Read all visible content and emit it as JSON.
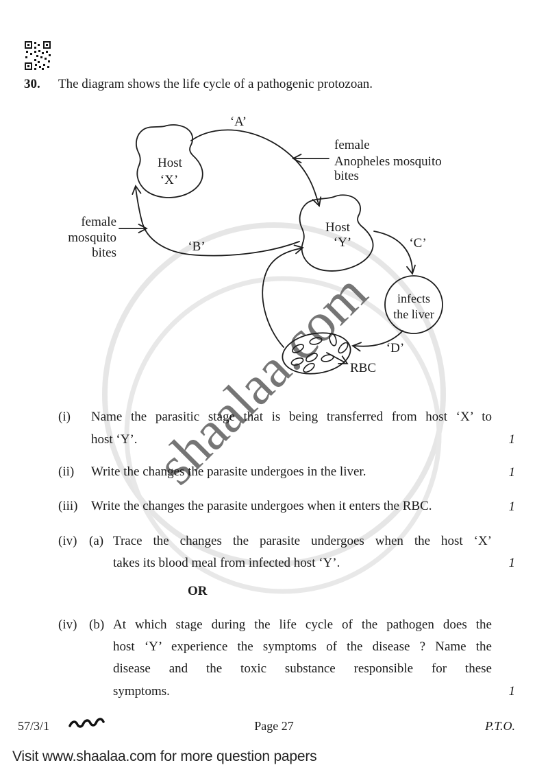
{
  "question": {
    "number": "30.",
    "text": "The diagram shows the life cycle of a pathogenic protozoan."
  },
  "diagram": {
    "host_x": {
      "line1": "Host",
      "line2": "‘X’"
    },
    "host_y": {
      "line1": "Host",
      "line2": "‘Y’"
    },
    "liver": {
      "line1": "infects",
      "line2": "the liver"
    },
    "rbc_label": "RBC",
    "labels": {
      "a": "‘A’",
      "b": "‘B’",
      "c": "‘C’",
      "d": "‘D’"
    },
    "left_note": {
      "line1": "female",
      "line2": "mosquito",
      "line3": "bites"
    },
    "right_note": {
      "line1": "female",
      "line2": "Anopheles mosquito",
      "line3": "bites"
    }
  },
  "subquestions": {
    "i": {
      "label": "(i)",
      "lines": [
        "Name the parasitic stage that is being transferred from host ‘X’ to",
        "host ‘Y’."
      ],
      "marks": "1"
    },
    "ii": {
      "label": "(ii)",
      "lines": [
        "Write the changes the parasite undergoes in the liver."
      ],
      "marks": "1"
    },
    "iii": {
      "label": "(iii)",
      "lines": [
        "Write the changes the parasite undergoes when it enters the RBC."
      ],
      "marks": "1"
    },
    "iv_a": {
      "label": "(iv)",
      "sub": "(a)",
      "lines": [
        "Trace the changes the parasite undergoes when the host ‘X’",
        "takes its blood meal from infected host ‘Y’."
      ],
      "marks": "1"
    },
    "or_label": "OR",
    "iv_b": {
      "label": "(iv)",
      "sub": "(b)",
      "lines": [
        "At which stage during the life cycle of the pathogen does the",
        "host ‘Y’ experience the symptoms of the disease ? Name the",
        "disease and the toxic substance responsible for these",
        "symptoms."
      ],
      "marks": "1"
    }
  },
  "watermark": {
    "text": "shaalaa.com"
  },
  "footer": {
    "paper_code": "57/3/1",
    "page_label": "Page 27",
    "pto": "P.T.O."
  },
  "bottom_note": "Visit www.shaalaa.com for more question papers"
}
